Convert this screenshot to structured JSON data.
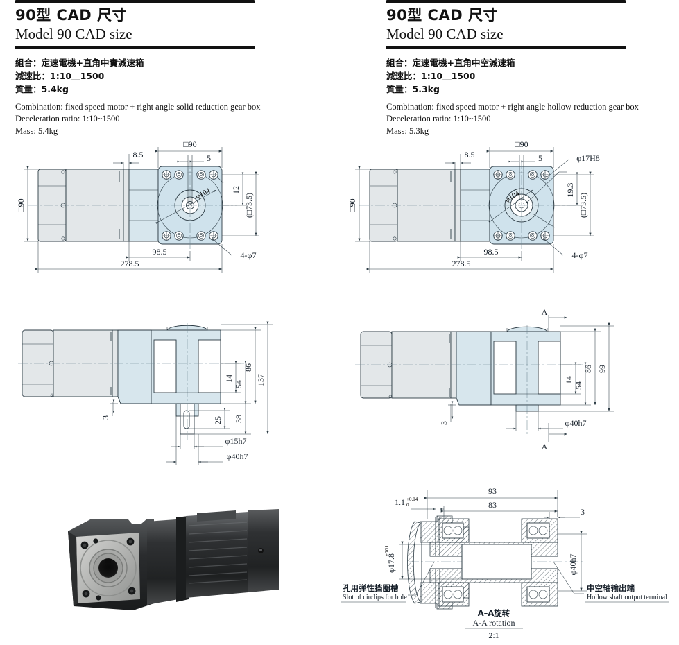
{
  "panels": [
    {
      "title_cn": "90型 CAD 尺寸",
      "title_en": "Model 90  CAD size",
      "spec_cn_1": "組合：定速電機+直角中實減速箱",
      "spec_cn_2": "減速比：1:10＿1500",
      "spec_cn_3": "質量：5.4kg",
      "spec_en_1": "Combination: fixed speed motor + right angle solid reduction gear box",
      "spec_en_2": "Deceleration ratio: 1:10~1500",
      "spec_en_3": "Mass: 5.4kg"
    },
    {
      "title_cn": "90型 CAD 尺寸",
      "title_en": "Model 90  CAD size",
      "spec_cn_1": "組合：定速電機+直角中空減速箱",
      "spec_cn_2": "減速比：1:10＿1500",
      "spec_cn_3": "質量：5.3kg",
      "spec_en_1": "Combination: fixed speed motor + right angle hollow reduction gear box",
      "spec_en_2": "Deceleration ratio: 1:10~1500",
      "spec_en_3": "Mass: 5.3kg"
    }
  ],
  "dims": {
    "sq90": "□90",
    "sq90_side": "□90",
    "d8_5": "8.5",
    "d5": "5",
    "d12": "12",
    "d19_3": "19.3",
    "sq73_5": "(□73.5)",
    "d98_5": "98.5",
    "d278_5": "278.5",
    "bolt4": "4-φ7",
    "bc104": "φ104",
    "d17H8": "φ17H8",
    "d3": "3",
    "d14": "14",
    "d54": "54",
    "d86": "86",
    "d137": "137",
    "d99": "99",
    "d38": "38",
    "d25": "25",
    "d15h7": "φ15h7",
    "d40h7": "φ40h7",
    "sec_a": "A",
    "d93": "93",
    "d83": "83",
    "d3b": "3",
    "d1_1": "1.1",
    "d1_1_up": "+0.14",
    "d1_1_lo": "0",
    "d17_8": "φ17.8",
    "d17_8_up": "+0.11",
    "d17_8_lo": "0",
    "d40h7b": "φ40h7"
  },
  "callouts": {
    "circlip_cn": "孔用弹性挡圈槽",
    "circlip_en": "Slot of circlips for hole",
    "hollow_cn": "中空轴输出端",
    "hollow_en": "Hollow shaft output terminal",
    "section_cn": "A–A旋转",
    "section_en": "A-A rotation",
    "section_scale": "2:1"
  },
  "colors": {
    "line": "#2c3b44",
    "motor_body": "#e3e7e9",
    "gearbox": "#d7e6ed",
    "rule": "#111111"
  }
}
